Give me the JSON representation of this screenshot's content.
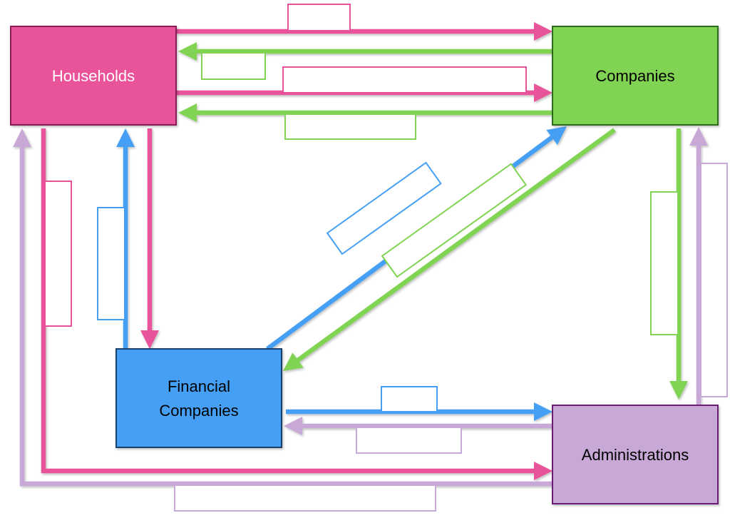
{
  "diagram": {
    "title": "",
    "colors": {
      "households": "#E9529A",
      "households_border": "#8B1E52",
      "companies": "#80D353",
      "companies_border": "#2E6B1C",
      "financial": "#45A0F5",
      "financial_border": "#1B3F6B",
      "administrations": "#C8A8D6",
      "administrations_border": "#6A1F72"
    },
    "nodes": [
      {
        "id": "households",
        "label": "Households",
        "text_color": "#FFFFFF"
      },
      {
        "id": "companies",
        "label": "Companies",
        "text_color": "#000000"
      },
      {
        "id": "financial",
        "label_lines": [
          "Financial",
          "Companies"
        ],
        "text_color": "#000000"
      },
      {
        "id": "administrations",
        "label": "Administrations",
        "text_color": "#000000"
      }
    ],
    "edges": [
      {
        "from": "households",
        "to": "companies",
        "color": "households",
        "label": ""
      },
      {
        "from": "companies",
        "to": "households",
        "color": "companies",
        "label": ""
      },
      {
        "from": "households",
        "to": "companies",
        "color": "households",
        "label": ""
      },
      {
        "from": "companies",
        "to": "households",
        "color": "companies",
        "label": ""
      },
      {
        "from": "households",
        "to": "financial",
        "color": "households",
        "label": ""
      },
      {
        "from": "financial",
        "to": "households",
        "color": "financial",
        "label": ""
      },
      {
        "from": "households",
        "to": "administrations",
        "color": "households",
        "label": ""
      },
      {
        "from": "administrations",
        "to": "households",
        "color": "administrations",
        "label": ""
      },
      {
        "from": "financial",
        "to": "companies",
        "color": "financial",
        "label": ""
      },
      {
        "from": "companies",
        "to": "financial",
        "color": "companies",
        "label": ""
      },
      {
        "from": "companies",
        "to": "administrations",
        "color": "companies",
        "label": ""
      },
      {
        "from": "administrations",
        "to": "companies",
        "color": "administrations",
        "label": ""
      },
      {
        "from": "financial",
        "to": "administrations",
        "color": "financial",
        "label": ""
      },
      {
        "from": "administrations",
        "to": "financial",
        "color": "administrations",
        "label": ""
      }
    ]
  }
}
